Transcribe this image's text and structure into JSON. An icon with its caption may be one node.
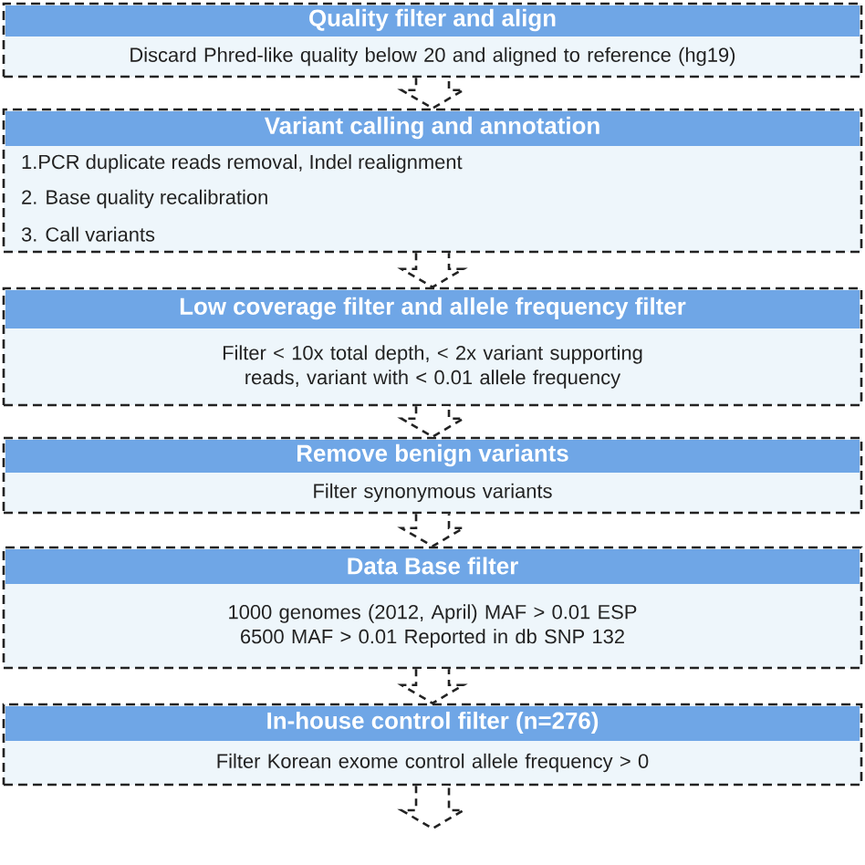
{
  "diagram": {
    "nodes": [
      {
        "text": [
          "Quality filter and align",
          "Discard Phred-like quality below 20 and aligned to reference (hg19)"
        ]
      },
      {
        "text": [
          "Variant calling and annotation",
          "1.PCR duplicate reads removal, Indel realignment",
          "2. Base quality recalibration",
          "3. Call variants"
        ]
      },
      {
        "text": [
          "Low coverage filter and allele frequency filter",
          "Filter < 10x total depth, < 2x variant supporting reads, variant with < 0.01 allele frequency"
        ]
      },
      {
        "text": [
          "Remove benign variants",
          "Filter synonymous variants"
        ]
      },
      {
        "text": [
          "Data Base filter",
          "1000 genomes (2012, April) MAF > 0.01 ESP 6500 MAF > 0.01 Reported in db SNP 132"
        ]
      },
      {
        "text": [
          "In-house control filter (n=276)",
          "Filter Korean exome control allele frequency > 0"
        ]
      }
    ],
    "edges": [
      {
        "from": 0,
        "to": 1,
        "arrow": "to",
        "style": "dashed"
      },
      {
        "from": 1,
        "to": 2,
        "arrow": "to",
        "style": "dashed"
      },
      {
        "from": 2,
        "to": 3,
        "arrow": "to",
        "style": "dashed"
      },
      {
        "from": 3,
        "to": 4,
        "arrow": "to",
        "style": "dashed"
      },
      {
        "from": 4,
        "to": 5,
        "arrow": "to",
        "style": "dashed"
      },
      {
        "from": 5,
        "to": null,
        "arrow": "to",
        "style": "dashed"
      }
    ]
  }
}
